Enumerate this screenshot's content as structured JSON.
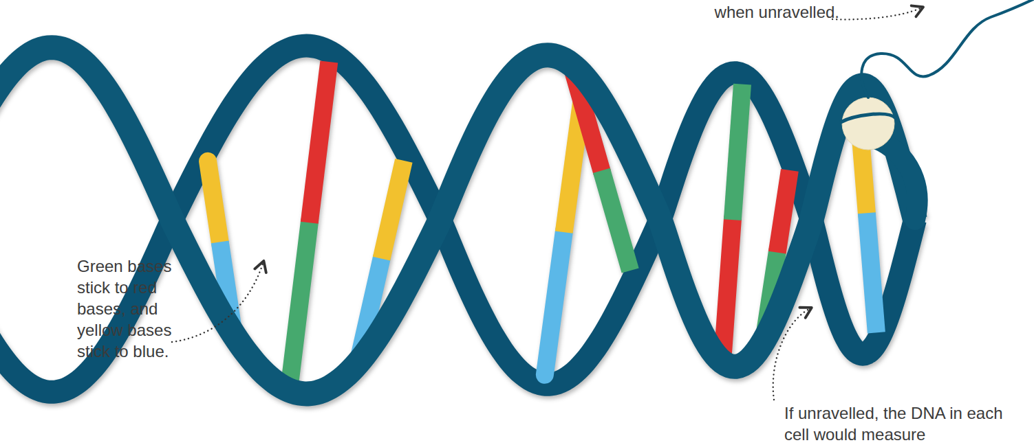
{
  "diagram": {
    "labels": [
      "when unravelled.",
      "Green bases stick to red bases, and yellow bases stick to blue.",
      "If unravelled, the DNA in each cell would measure"
    ]
  }
}
